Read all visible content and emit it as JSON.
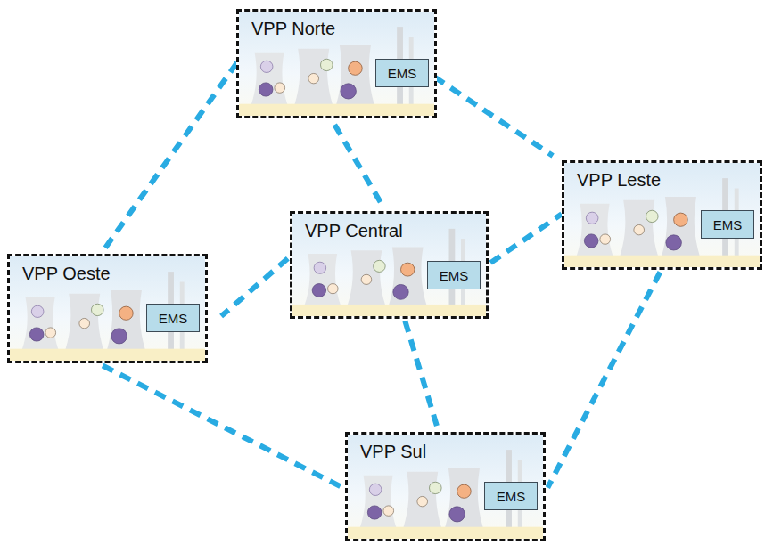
{
  "diagram": {
    "nodes": [
      {
        "text": [
          "VPP Norte"
        ]
      },
      {
        "text": [
          "EMS"
        ],
        "in": 0
      },
      {
        "text": [
          "VPP Leste"
        ]
      },
      {
        "text": [
          "EMS"
        ],
        "in": 2
      },
      {
        "text": [
          "VPP Central"
        ]
      },
      {
        "text": [
          "EMS"
        ],
        "in": 4
      },
      {
        "text": [
          "VPP Oeste"
        ]
      },
      {
        "text": [
          "EMS"
        ],
        "in": 6
      },
      {
        "text": [
          "VPP Sul"
        ]
      },
      {
        "text": [
          "EMS"
        ],
        "in": 8
      }
    ],
    "edges": [
      {
        "from": 0,
        "to": 6,
        "arrow": "none"
      },
      {
        "from": 0,
        "to": 2,
        "arrow": "none"
      },
      {
        "from": 0,
        "to": 4,
        "arrow": "none"
      },
      {
        "from": 4,
        "to": 6,
        "arrow": "none"
      },
      {
        "from": 4,
        "to": 2,
        "arrow": "none"
      },
      {
        "from": 4,
        "to": 8,
        "arrow": "none"
      },
      {
        "from": 6,
        "to": 8,
        "arrow": "none"
      },
      {
        "from": 2,
        "to": 8,
        "arrow": "none"
      }
    ]
  }
}
